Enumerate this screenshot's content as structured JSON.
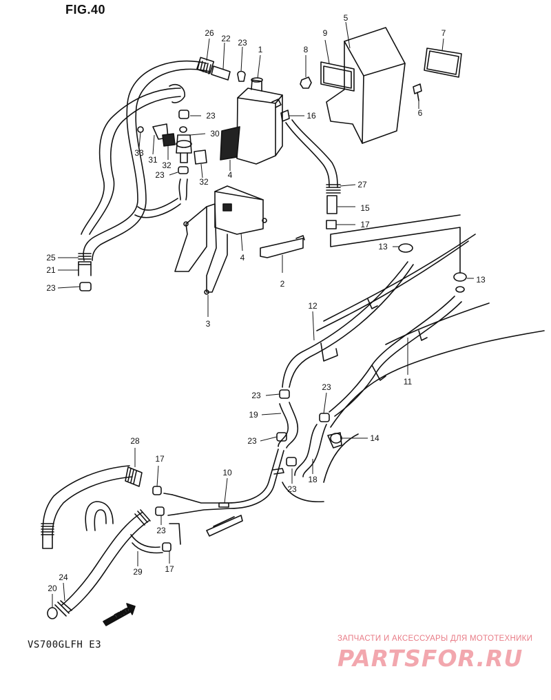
{
  "figure": {
    "title": "FIG.40",
    "model_code": "VS700GLFH E3",
    "fwd_label": "FWD"
  },
  "watermark": {
    "tagline": "ЗАПЧАСТИ И АКСЕССУАРЫ ДЛЯ МОТОТЕХНИКИ",
    "logo": "PARTSFOR.RU"
  },
  "callouts": [
    {
      "id": "c26",
      "label": "26"
    },
    {
      "id": "c22",
      "label": "22"
    },
    {
      "id": "c23a",
      "label": "23"
    },
    {
      "id": "c1",
      "label": "1"
    },
    {
      "id": "c8",
      "label": "8"
    },
    {
      "id": "c9",
      "label": "9"
    },
    {
      "id": "c5",
      "label": "5"
    },
    {
      "id": "c7",
      "label": "7"
    },
    {
      "id": "c6",
      "label": "6"
    },
    {
      "id": "c23b",
      "label": "23"
    },
    {
      "id": "c16",
      "label": "16"
    },
    {
      "id": "c30",
      "label": "30"
    },
    {
      "id": "c33",
      "label": "33"
    },
    {
      "id": "c31",
      "label": "31"
    },
    {
      "id": "c32a",
      "label": "32"
    },
    {
      "id": "c23c",
      "label": "23"
    },
    {
      "id": "c32b",
      "label": "32"
    },
    {
      "id": "c4a",
      "label": "4"
    },
    {
      "id": "c27",
      "label": "27"
    },
    {
      "id": "c15",
      "label": "15"
    },
    {
      "id": "c17a",
      "label": "17"
    },
    {
      "id": "c4b",
      "label": "4"
    },
    {
      "id": "c13a",
      "label": "13"
    },
    {
      "id": "c13b",
      "label": "13"
    },
    {
      "id": "c2",
      "label": "2"
    },
    {
      "id": "c3",
      "label": "3"
    },
    {
      "id": "c25",
      "label": "25"
    },
    {
      "id": "c21",
      "label": "21"
    },
    {
      "id": "c23d",
      "label": "23"
    },
    {
      "id": "c12",
      "label": "12"
    },
    {
      "id": "c11",
      "label": "11"
    },
    {
      "id": "c23e",
      "label": "23"
    },
    {
      "id": "c19",
      "label": "19"
    },
    {
      "id": "c23f",
      "label": "23"
    },
    {
      "id": "c23g",
      "label": "23"
    },
    {
      "id": "c14",
      "label": "14"
    },
    {
      "id": "c18",
      "label": "18"
    },
    {
      "id": "c23h",
      "label": "23"
    },
    {
      "id": "c10",
      "label": "10"
    },
    {
      "id": "c28",
      "label": "28"
    },
    {
      "id": "c17b",
      "label": "17"
    },
    {
      "id": "c23i",
      "label": "23"
    },
    {
      "id": "c17c",
      "label": "17"
    },
    {
      "id": "c29",
      "label": "29"
    },
    {
      "id": "c24",
      "label": "24"
    },
    {
      "id": "c20",
      "label": "20"
    }
  ]
}
